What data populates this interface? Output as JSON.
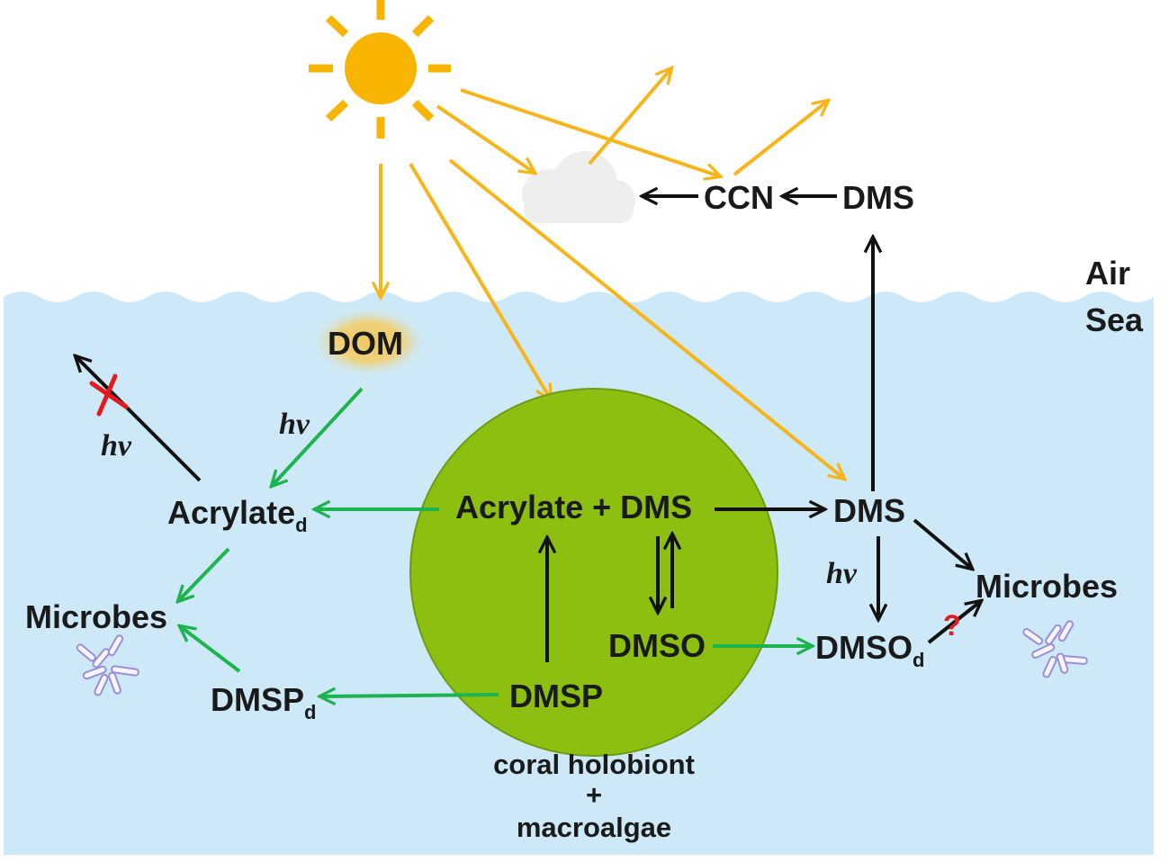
{
  "colors": {
    "sea": "#cde9f8",
    "sun": "#f7b400",
    "sun_ray": "#f7b400",
    "light_arrow": "#f5b51b",
    "coral": "#8dbf10",
    "coral_edge": "#6f9a12",
    "pathway_green": "#1db34f",
    "pathway_black": "#111111",
    "cross_red": "#e41a1c",
    "microbe_outline": "#9a8fd6"
  },
  "icons": [
    "sun-icon",
    "cloud-icon",
    "bacteria-icon",
    "cross-mark-icon",
    "question-mark-icon"
  ],
  "labels": {
    "air": "Air",
    "sea": "Sea",
    "ccn": "CCN",
    "dms_atmosphere": "DMS",
    "dom": "DOM",
    "hv": "hν",
    "acrylate_d": "Acrylate",
    "acrylate_d_sub": "d",
    "microbes_left": "Microbes",
    "dmsp_d": "DMSP",
    "dmsp_d_sub": "d",
    "acrylate_plus_dms": "Acrylate + DMS",
    "dmso": "DMSO",
    "dmsp": "DMSP",
    "dms_sea": "DMS",
    "dmso_d": "DMSO",
    "dmso_d_sub": "d",
    "microbes_right": "Microbes",
    "question": "?",
    "caption_line1": "coral holobiont",
    "caption_line2": "+",
    "caption_line3": "macroalgae"
  }
}
